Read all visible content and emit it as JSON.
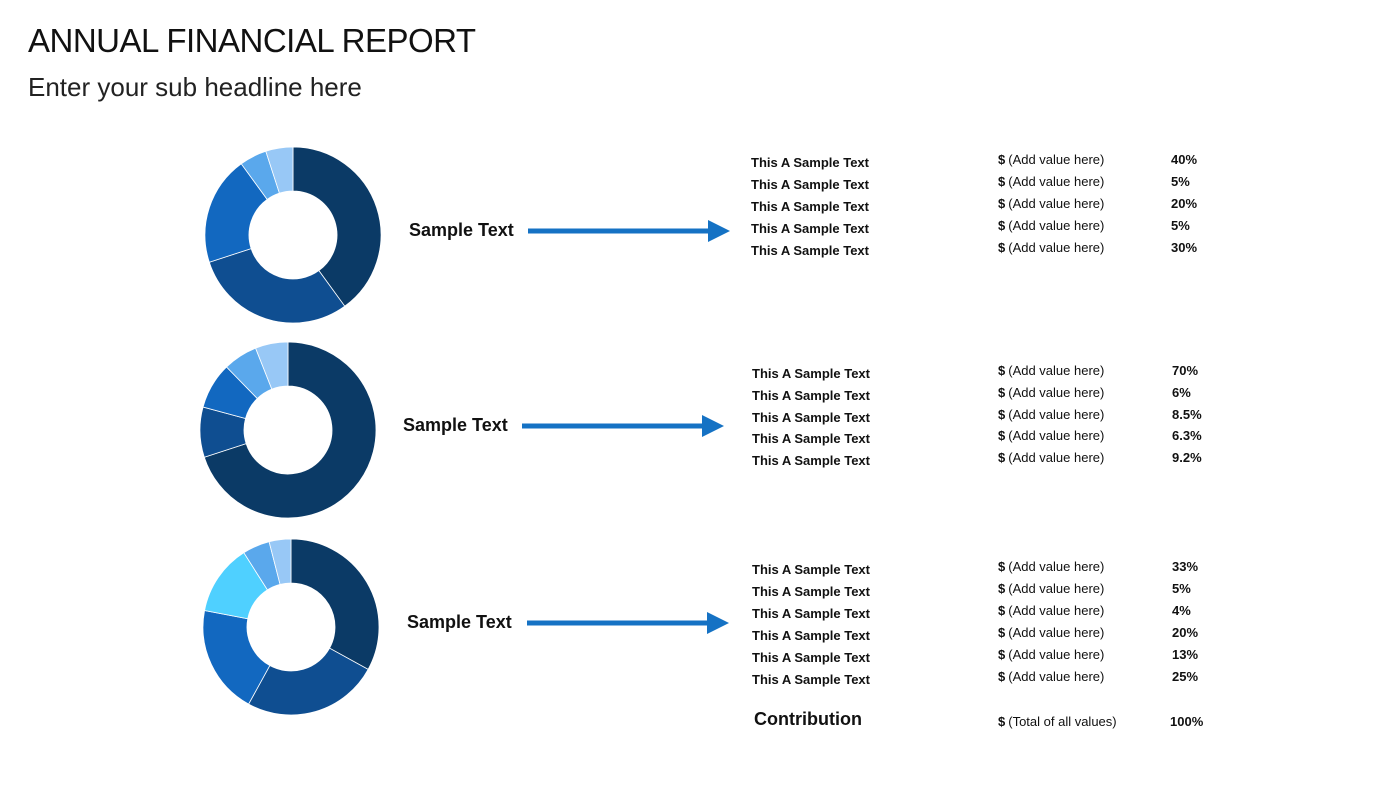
{
  "header": {
    "title": "ANNUAL FINANCIAL REPORT",
    "subtitle": "Enter your sub headline here"
  },
  "colors": {
    "navy": "#0b3a66",
    "dark_blue": "#0f4e91",
    "blue": "#1268c0",
    "sky": "#4fd0ff",
    "light_blue": "#5aa8ec",
    "pale_blue": "#98c8f6",
    "arrow": "#1572c4"
  },
  "chart_data": [
    {
      "type": "pie",
      "label": "Sample Text",
      "rows": [
        {
          "text": "This A Sample Text",
          "value": "(Add value here)",
          "pct": "40%"
        },
        {
          "text": "This A Sample Text",
          "value": "(Add value here)",
          "pct": "5%"
        },
        {
          "text": "This A Sample Text",
          "value": "(Add value here)",
          "pct": "20%"
        },
        {
          "text": "This A Sample Text",
          "value": "(Add value here)",
          "pct": "5%"
        },
        {
          "text": "This A Sample Text",
          "value": "(Add value here)",
          "pct": "30%"
        }
      ],
      "slices": [
        {
          "value": 40,
          "color": "#0b3a66"
        },
        {
          "value": 30,
          "color": "#0f4e91"
        },
        {
          "value": 20,
          "color": "#1268c0"
        },
        {
          "value": 5,
          "color": "#5aa8ec"
        },
        {
          "value": 5,
          "color": "#98c8f6"
        }
      ]
    },
    {
      "type": "pie",
      "label": "Sample Text",
      "rows": [
        {
          "text": "This A Sample Text",
          "value": "(Add value here)",
          "pct": "70%"
        },
        {
          "text": "This A Sample Text",
          "value": "(Add value here)",
          "pct": "6%"
        },
        {
          "text": "This A Sample Text",
          "value": "(Add value here)",
          "pct": "8.5%"
        },
        {
          "text": "This A Sample Text",
          "value": "(Add value here)",
          "pct": "6.3%"
        },
        {
          "text": "This A Sample Text",
          "value": "(Add value here)",
          "pct": "9.2%"
        }
      ],
      "slices": [
        {
          "value": 70,
          "color": "#0b3a66"
        },
        {
          "value": 9.2,
          "color": "#0f4e91"
        },
        {
          "value": 8.5,
          "color": "#1268c0"
        },
        {
          "value": 6.3,
          "color": "#5aa8ec"
        },
        {
          "value": 6,
          "color": "#98c8f6"
        }
      ]
    },
    {
      "type": "pie",
      "label": "Sample Text",
      "rows": [
        {
          "text": "This A Sample Text",
          "value": "(Add value here)",
          "pct": "33%"
        },
        {
          "text": "This A Sample Text",
          "value": "(Add value here)",
          "pct": "5%"
        },
        {
          "text": "This A Sample Text",
          "value": "(Add value here)",
          "pct": "4%"
        },
        {
          "text": "This A Sample Text",
          "value": "(Add value here)",
          "pct": "20%"
        },
        {
          "text": "This A Sample Text",
          "value": "(Add value here)",
          "pct": "13%"
        },
        {
          "text": "This A Sample Text",
          "value": "(Add value here)",
          "pct": "25%"
        }
      ],
      "slices": [
        {
          "value": 33,
          "color": "#0b3a66"
        },
        {
          "value": 25,
          "color": "#0f4e91"
        },
        {
          "value": 20,
          "color": "#1268c0"
        },
        {
          "value": 13,
          "color": "#4fd0ff"
        },
        {
          "value": 5,
          "color": "#5aa8ec"
        },
        {
          "value": 4,
          "color": "#98c8f6"
        }
      ]
    }
  ],
  "total": {
    "label": "Contribution",
    "value": "(Total of all values)",
    "pct": "100%"
  },
  "currency_symbol": "$"
}
